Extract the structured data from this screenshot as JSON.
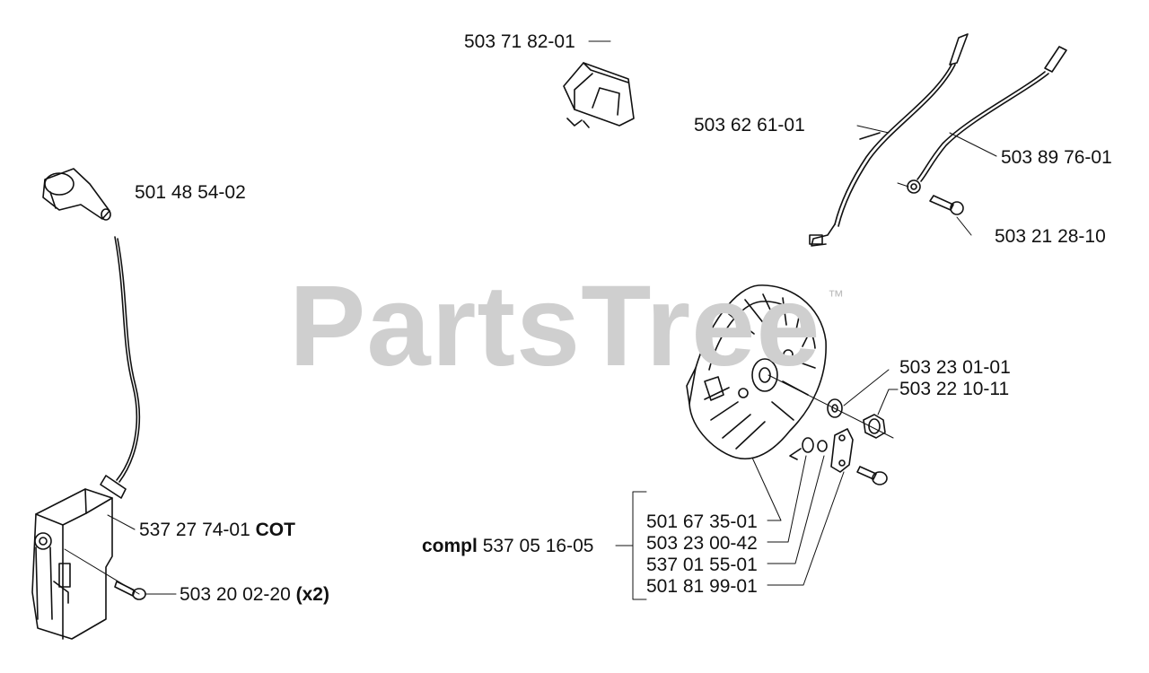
{
  "watermark": {
    "text": "PartsTree",
    "tm": "™"
  },
  "parts": {
    "switch": "503 71 82-01",
    "boot": "501 48 54-02",
    "wire_a": "503 62 61-01",
    "wire_b": "503 89 76-01",
    "wire_screw": "503 21 28-10",
    "washer": "503 23 01-01",
    "nut": "503 22 10-11",
    "coil": "537 27 74-01",
    "coil_suffix": "COT",
    "coil_screw": "503 20 02-20",
    "coil_screw_qty": "(x2)",
    "compl_prefix": "compl",
    "compl": "537 05 16-05",
    "flywheel": "501 67 35-01",
    "fly_washer": "503 23 00-42",
    "pawl": "537 01 55-01",
    "pawl_screw": "501 81 99-01"
  }
}
